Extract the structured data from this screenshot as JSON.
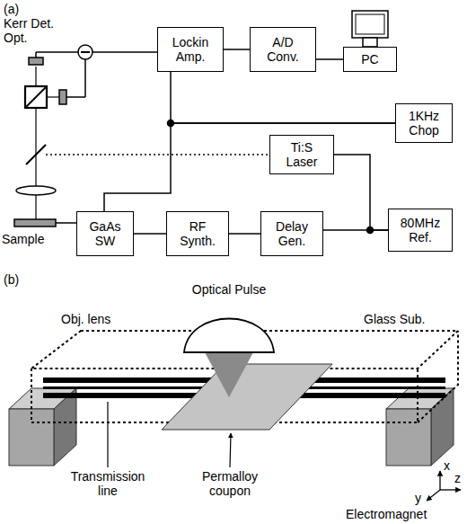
{
  "diagram": {
    "nodes": [
      {
        "text": [
          "Lockin Amp."
        ]
      },
      {
        "text": [
          "A/D Conv."
        ]
      },
      {
        "text": [
          "PC"
        ]
      },
      {
        "text": [
          "1KHz Chop"
        ]
      },
      {
        "text": [
          "Ti:S Laser"
        ]
      },
      {
        "text": [
          "80MHz Ref."
        ]
      },
      {
        "text": [
          "GaAs SW"
        ]
      },
      {
        "text": [
          "RF Synth."
        ]
      },
      {
        "text": [
          "Delay Gen."
        ]
      }
    ],
    "edges": [
      {
        "from": 0,
        "to": 1,
        "arrow": "none"
      },
      {
        "from": 1,
        "to": 2,
        "arrow": "none"
      },
      {
        "from": 3,
        "to": 0,
        "arrow": "none"
      },
      {
        "from": 3,
        "to": 6,
        "arrow": "none"
      },
      {
        "from": 5,
        "to": 4,
        "arrow": "none"
      },
      {
        "from": 5,
        "to": 8,
        "arrow": "none"
      },
      {
        "from": 8,
        "to": 7,
        "arrow": "none"
      },
      {
        "from": 7,
        "to": 6,
        "arrow": "none"
      }
    ],
    "labels": [
      "(a)",
      "Kerr Det. Opt.",
      "Sample",
      "(b)",
      "Optical Pulse",
      "Obj. lens",
      "Glass Sub.",
      "Transmission line",
      "Permalloy coupon",
      "Electromagnet",
      "x",
      "y",
      "z"
    ]
  }
}
